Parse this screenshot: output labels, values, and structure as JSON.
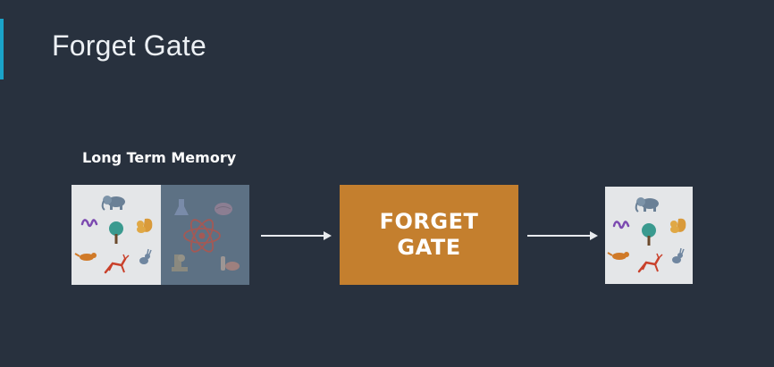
{
  "slide": {
    "title": "Forget Gate"
  },
  "diagram": {
    "input_label": "Long Term Memory",
    "gate_label_line1": "FORGET",
    "gate_label_line2": "GATE"
  },
  "colors": {
    "background": "#28313e",
    "accent": "#1aa3c9",
    "gate": "#c47f2e",
    "memory_panel_light": "#e4e6e8",
    "memory_panel_dark": "#5d7184",
    "arrow": "#e8ebee"
  },
  "icons": {
    "kept_memories": [
      "elephant-icon",
      "worm-icon",
      "tree-icon",
      "squirrel-icon",
      "fox-icon",
      "deer-icon",
      "rabbit-icon"
    ],
    "forgotten_memories": [
      "lab-flask-icon",
      "brain-icon",
      "atom-icon",
      "microscope-icon",
      "test-tube-icon"
    ]
  }
}
